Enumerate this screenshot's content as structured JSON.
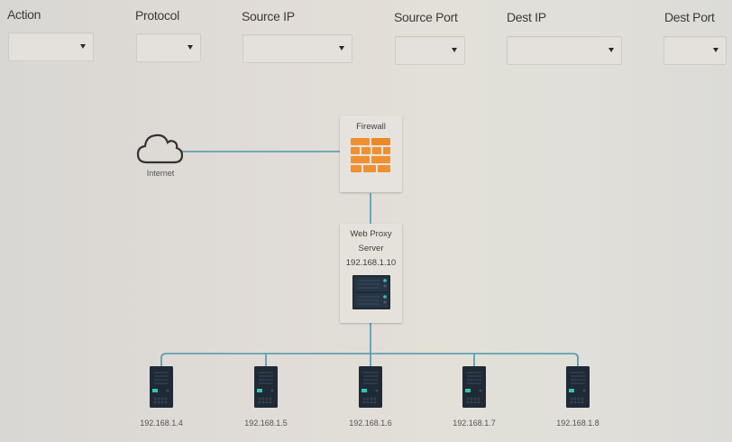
{
  "rule_fields": [
    {
      "label": "Action",
      "value": ""
    },
    {
      "label": "Protocol",
      "value": ""
    },
    {
      "label": "Source IP",
      "value": ""
    },
    {
      "label": "Source Port",
      "value": ""
    },
    {
      "label": "Dest IP",
      "value": ""
    },
    {
      "label": "Dest Port",
      "value": ""
    }
  ],
  "diagram": {
    "internet": {
      "label": "Internet",
      "icon": "cloud-icon"
    },
    "firewall": {
      "label": "Firewall",
      "icon": "firewall-brick-icon",
      "color": "#f0942a"
    },
    "proxy": {
      "label_line1": "Web Proxy",
      "label_line2": "Server",
      "ip": "192.168.1.10",
      "icon": "server-rack-icon"
    },
    "hosts": [
      {
        "ip": "192.168.1.4",
        "icon": "server-tower-icon"
      },
      {
        "ip": "192.168.1.5",
        "icon": "server-tower-icon"
      },
      {
        "ip": "192.168.1.6",
        "icon": "server-tower-icon"
      },
      {
        "ip": "192.168.1.7",
        "icon": "server-tower-icon"
      },
      {
        "ip": "192.168.1.8",
        "icon": "server-tower-icon"
      }
    ],
    "link_color": "#3d8fa6",
    "accent_led": "#2fc7b1"
  }
}
